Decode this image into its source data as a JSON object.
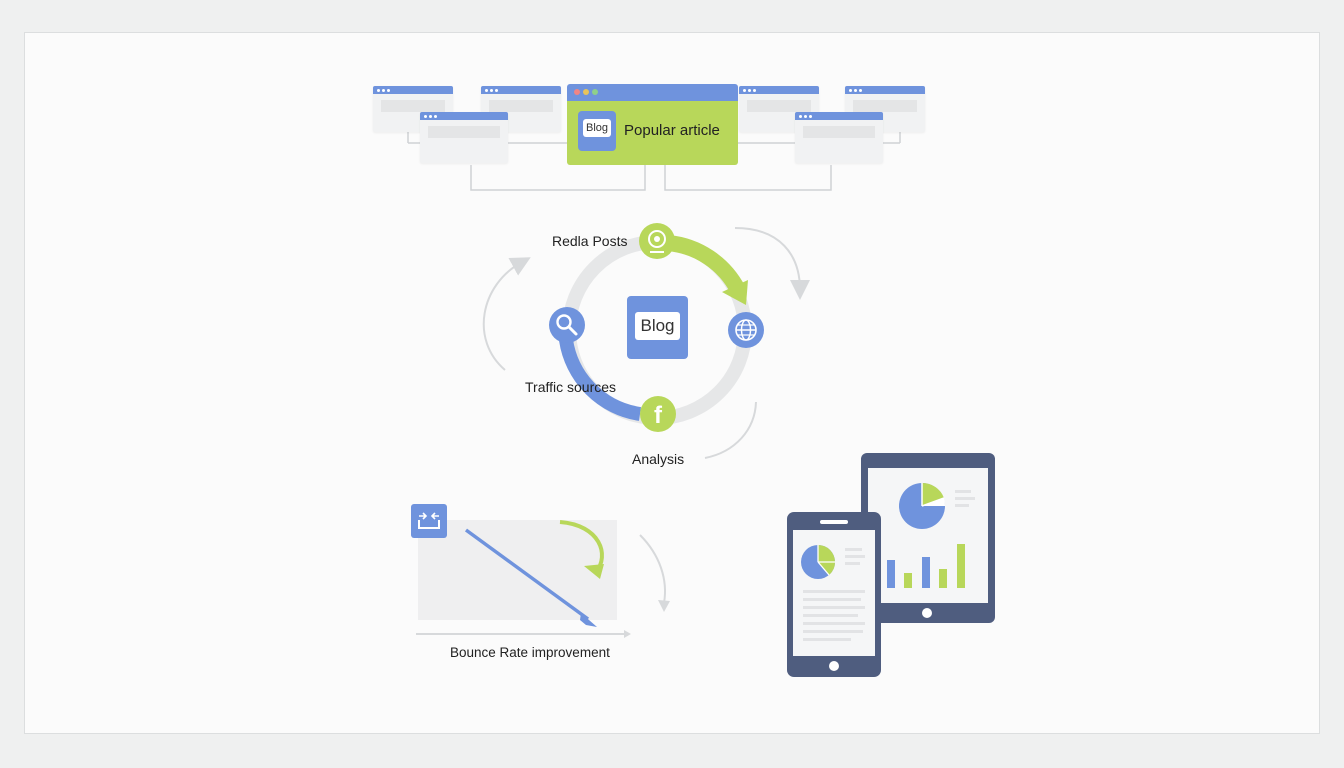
{
  "top": {
    "popular_article": "Popular article",
    "blog_chip": "Blog"
  },
  "cycle": {
    "center_blog": "Blog",
    "nodes": [
      {
        "label": "Redla Posts",
        "icon": "webcam-icon"
      },
      {
        "label": "Traffic sources",
        "icon": "search-icon"
      },
      {
        "label": "Analysis",
        "icon": "facebook-icon"
      },
      {
        "label": "",
        "icon": "globe-icon"
      }
    ]
  },
  "bounce": {
    "label": "Bounce Rate improvement",
    "icon": "exit-icon"
  },
  "devices": {
    "phone": "phone-with-charts",
    "tablet": "tablet-with-charts"
  },
  "colors": {
    "blue": "#6f93dd",
    "green": "#b8d75a",
    "gray": "#e6e7e8",
    "device_frame": "#4f5d7f"
  }
}
